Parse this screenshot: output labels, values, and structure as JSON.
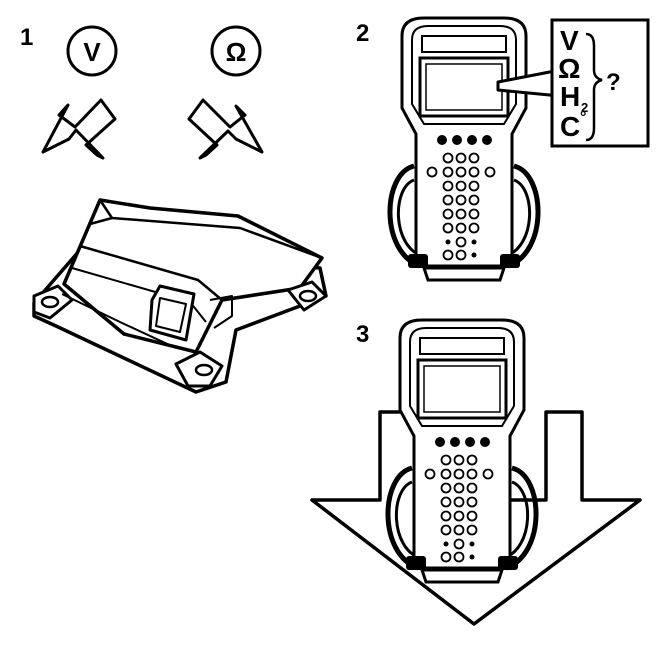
{
  "steps": {
    "one": "1",
    "two": "2",
    "three": "3"
  },
  "symbols": {
    "volt": "V",
    "ohm": "Ω"
  },
  "callout": {
    "v": "V",
    "ohm": "Ω",
    "h": "H",
    "h_sub": "2",
    "c": "C",
    "deg": "°",
    "question": "?"
  },
  "icons": [
    "down-arrow-icon",
    "airbag-module-icon",
    "scan-tool-icon",
    "large-down-arrow-icon"
  ]
}
